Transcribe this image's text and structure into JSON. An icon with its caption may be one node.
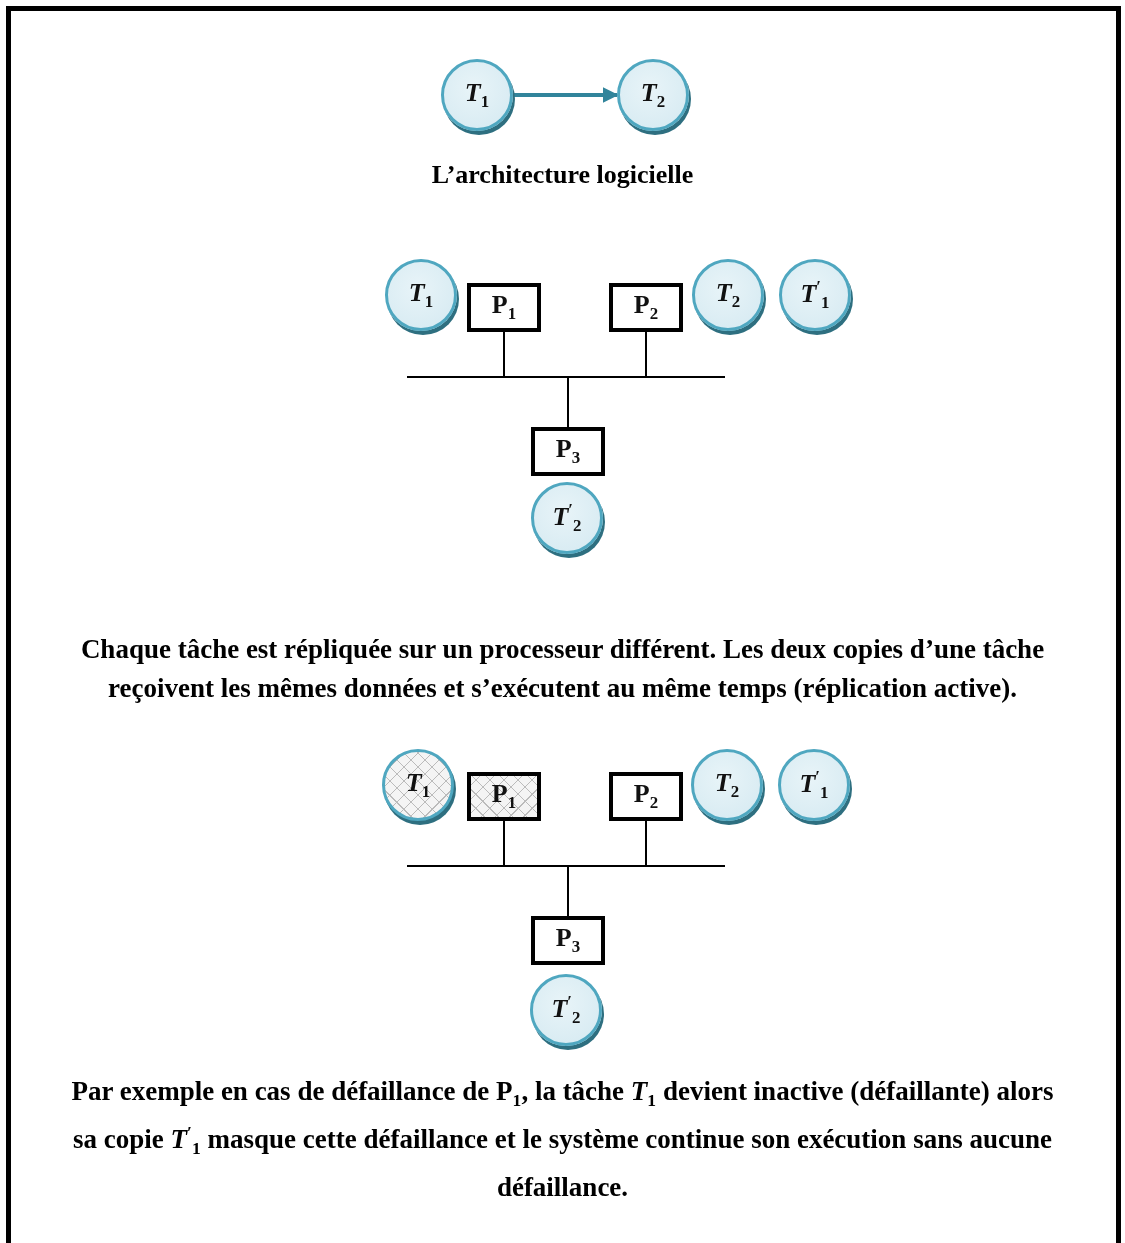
{
  "diagram": {
    "nodes": [
      {
        "text": [
          "*T*$_{1}$"
        ]
      },
      {
        "text": [
          "*T*$_{2}$"
        ]
      },
      {
        "text": [
          "*T*$_{1}$"
        ]
      },
      {
        "text": [
          "P$_{1}$"
        ]
      },
      {
        "text": [
          "P$_{2}$"
        ]
      },
      {
        "text": [
          "*T*$_{2}$"
        ]
      },
      {
        "text": [
          "*T*$^{′}$$_{1}$"
        ]
      },
      {
        "text": [],
        "shape": "bar"
      },
      {
        "text": [
          "P$_{3}$"
        ]
      },
      {
        "text": [
          "*T*$^{′}$$_{2}$"
        ]
      },
      {
        "text": [
          "*T*$_{1}$"
        ]
      },
      {
        "text": [
          "P$_{1}$"
        ]
      },
      {
        "text": [
          "P$_{2}$"
        ]
      },
      {
        "text": [
          "*T*$_{2}$"
        ]
      },
      {
        "text": [
          "*T*$^{′}$$_{1}$"
        ]
      },
      {
        "text": [],
        "shape": "bar"
      },
      {
        "text": [
          "P$_{3}$"
        ]
      },
      {
        "text": [
          "*T*$^{′}$$_{2}$"
        ]
      }
    ],
    "edges": [
      {
        "from": 0,
        "to": 1,
        "arrow": "to",
        "style": "thick",
        "color": "#31849b"
      },
      {
        "from": 3,
        "to": 7,
        "arrow": "none"
      },
      {
        "from": 4,
        "to": 7,
        "arrow": "none"
      },
      {
        "from": 7,
        "to": 8,
        "arrow": "none"
      },
      {
        "from": 11,
        "to": 15,
        "arrow": "none"
      },
      {
        "from": 12,
        "to": 15,
        "arrow": "none"
      },
      {
        "from": 15,
        "to": 16,
        "arrow": "none"
      }
    ],
    "labels": [
      "L’architecture logicielle",
      "Chaque tâche est répliquée sur un processeur différent. Les deux copies d’une tâche reçoivent les mêmes données et s’exécutent au même temps (réplication active).",
      "Par exemple en cas de défaillance de P$_{1}$, la tâche *T*$_{1}$ devient inactive (défaillante) alors sa copie *T*$^{′}$$_{1}$ masque cette défaillance et le système continue son exécution sans aucune défaillance."
    ]
  }
}
